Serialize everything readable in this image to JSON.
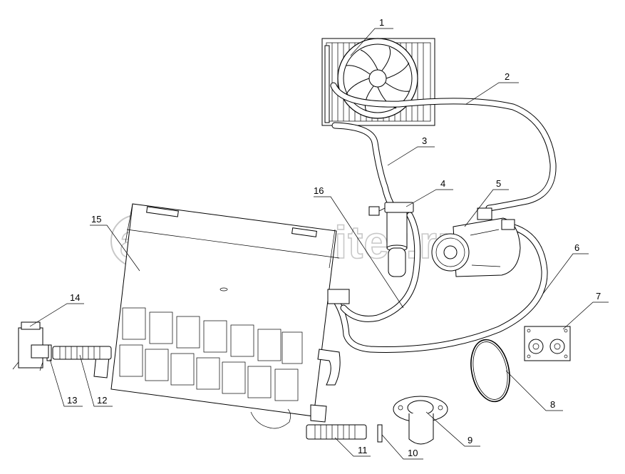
{
  "callouts": [
    {
      "num": "1"
    },
    {
      "num": "2"
    },
    {
      "num": "3"
    },
    {
      "num": "4"
    },
    {
      "num": "5"
    },
    {
      "num": "6"
    },
    {
      "num": "7"
    },
    {
      "num": "8"
    },
    {
      "num": "9"
    },
    {
      "num": "10"
    },
    {
      "num": "11"
    },
    {
      "num": "12"
    },
    {
      "num": "13"
    },
    {
      "num": "14"
    },
    {
      "num": "15"
    },
    {
      "num": "16"
    }
  ],
  "watermark": {
    "text": "autopiter.ru",
    "logo_glyph": "a>"
  }
}
